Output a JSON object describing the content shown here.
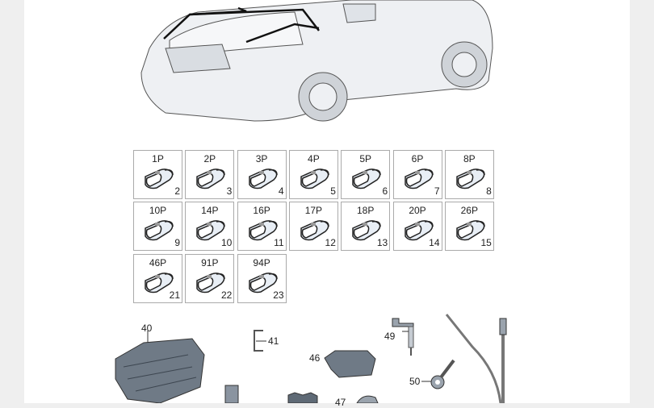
{
  "connectors": [
    {
      "pins": "1P",
      "item": "2"
    },
    {
      "pins": "2P",
      "item": "3"
    },
    {
      "pins": "3P",
      "item": "4"
    },
    {
      "pins": "4P",
      "item": "5"
    },
    {
      "pins": "5P",
      "item": "6"
    },
    {
      "pins": "6P",
      "item": "7"
    },
    {
      "pins": "8P",
      "item": "8"
    },
    {
      "pins": "10P",
      "item": "9"
    },
    {
      "pins": "14P",
      "item": "10"
    },
    {
      "pins": "16P",
      "item": "11"
    },
    {
      "pins": "17P",
      "item": "12"
    },
    {
      "pins": "18P",
      "item": "13"
    },
    {
      "pins": "20P",
      "item": "14"
    },
    {
      "pins": "26P",
      "item": "15"
    },
    {
      "pins": "46P",
      "item": "21"
    },
    {
      "pins": "91P",
      "item": "22"
    },
    {
      "pins": "94P",
      "item": "23"
    }
  ],
  "parts": {
    "p40": "40",
    "p41": "41",
    "p46": "46",
    "p49": "49",
    "p50": "50",
    "p47": "47"
  }
}
